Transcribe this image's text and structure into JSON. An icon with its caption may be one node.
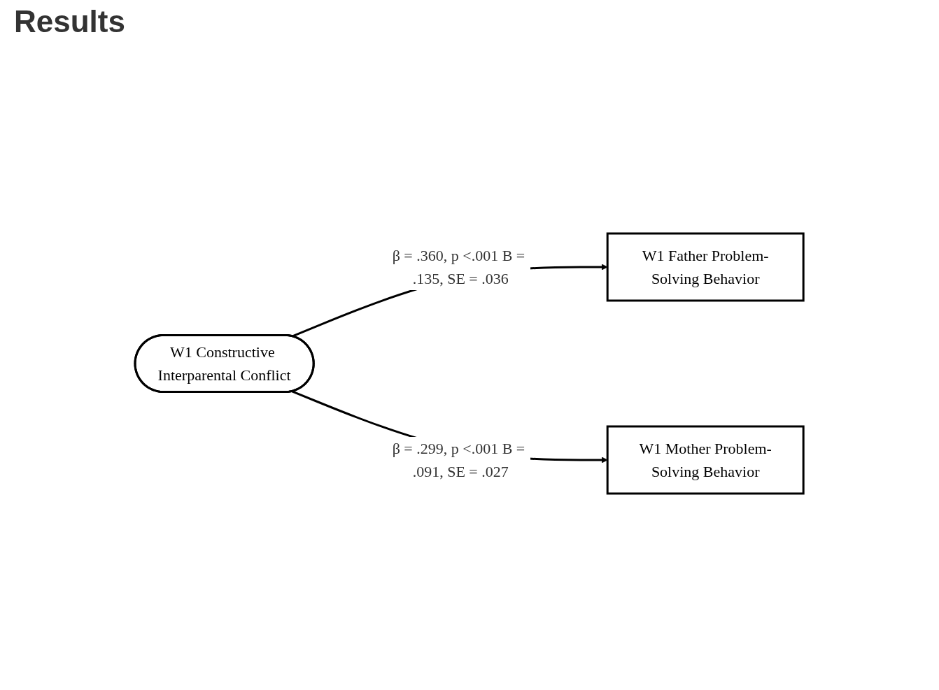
{
  "diagram": {
    "title": "Results",
    "nodes": [
      {
        "text": [
          "W1 Constructive Interparental Conflict"
        ]
      },
      {
        "text": [
          "W1 Father Problem-Solving Behavior"
        ]
      },
      {
        "text": [
          "W1 Mother Problem-Solving Behavior"
        ]
      }
    ],
    "edges": [
      {
        "from": 0,
        "to": 1,
        "arrow": "to",
        "label": "β = .360, p <.001 B = .135, SE = .036"
      },
      {
        "from": 0,
        "to": 2,
        "arrow": "to",
        "label": "β = .299, p <.001 B = .091, SE = .027"
      }
    ]
  }
}
